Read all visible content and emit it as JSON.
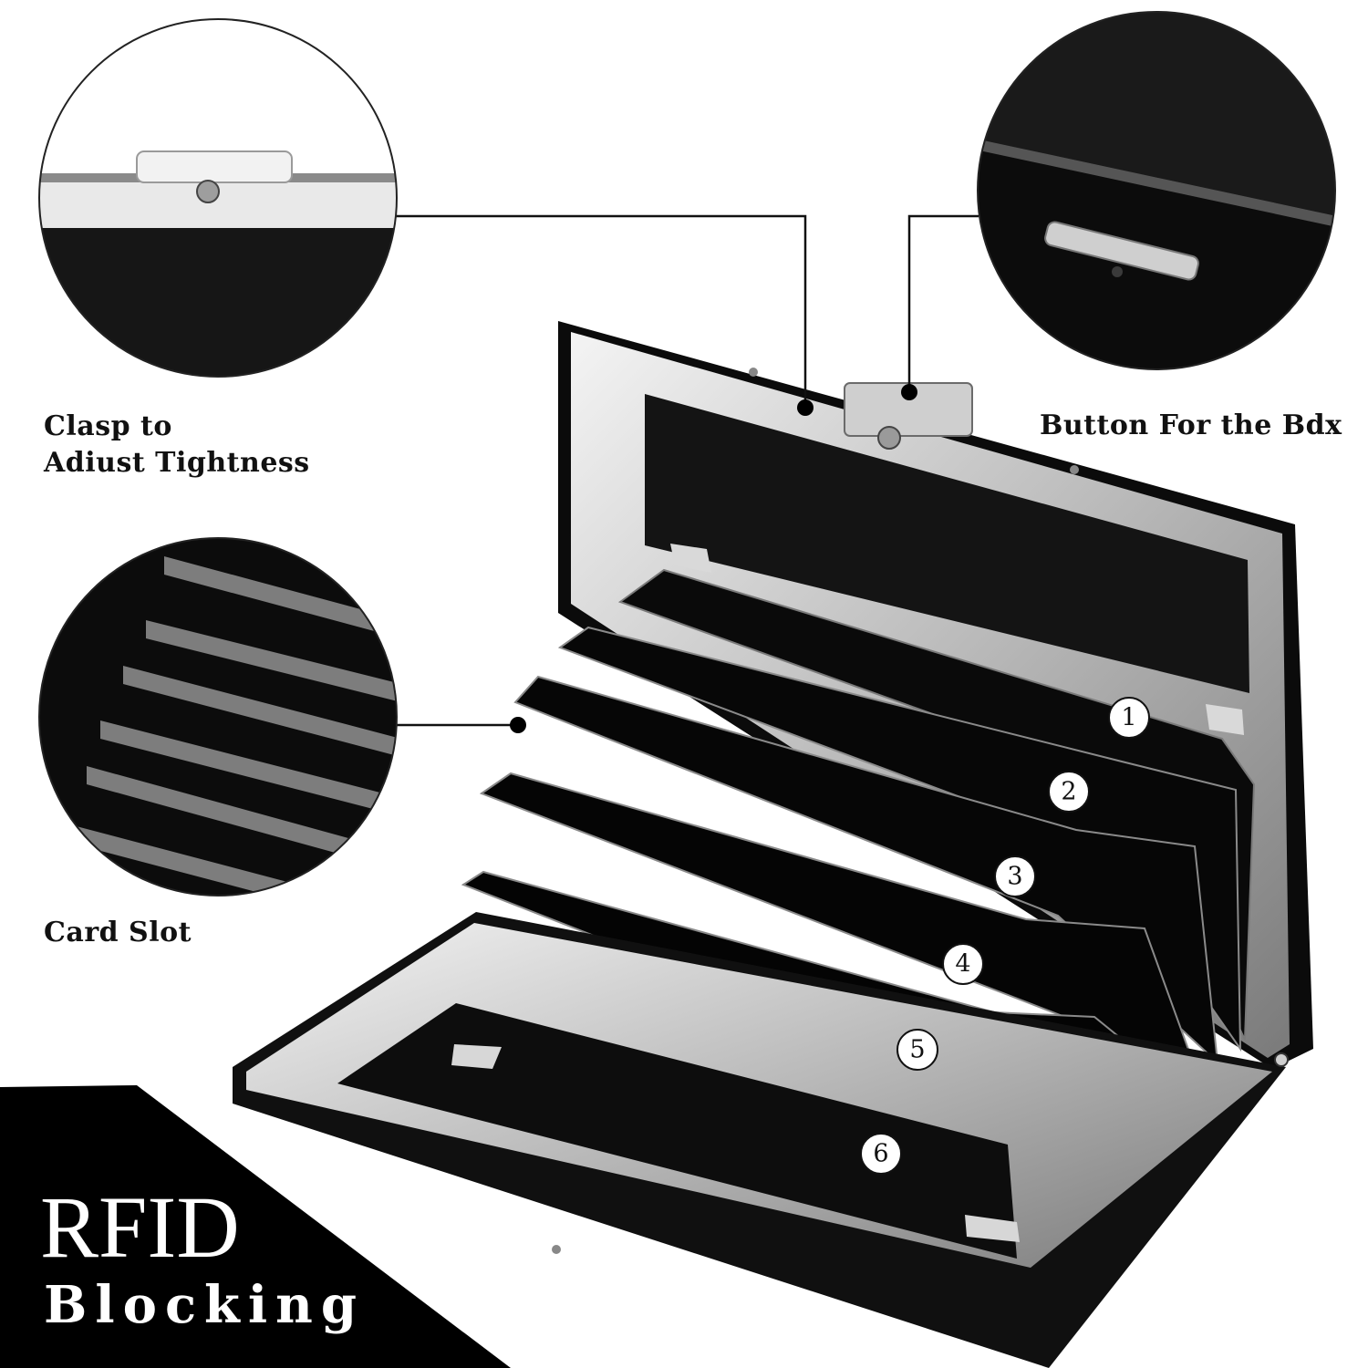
{
  "callouts": {
    "clasp": "Clasp to\nAdiust Tightness",
    "button": "Button For the Bdx",
    "card_slot": "Card Slot"
  },
  "slot_numbers": [
    "1",
    "2",
    "3",
    "4",
    "5",
    "6"
  ],
  "banner": {
    "title": "RFID",
    "subtitle": "Blocking"
  }
}
